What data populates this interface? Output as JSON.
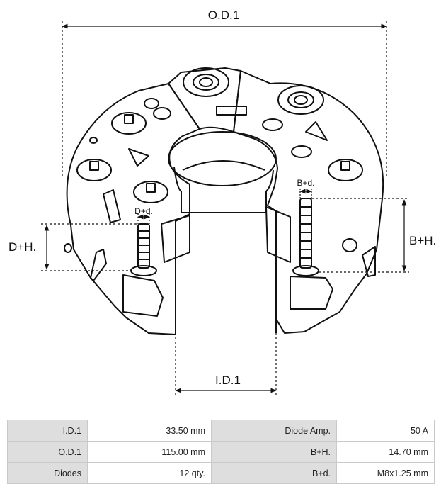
{
  "diagram": {
    "labels": {
      "od1": "O.D.1",
      "id1": "I.D.1",
      "dh": "D+H.",
      "dd": "D+d.",
      "bh": "B+H.",
      "bd": "B+d."
    }
  },
  "specs": {
    "rows": [
      {
        "k1": "I.D.1",
        "v1": "33.50 mm",
        "k2": "Diode Amp.",
        "v2": "50 A"
      },
      {
        "k1": "O.D.1",
        "v1": "115.00 mm",
        "k2": "B+H.",
        "v2": "14.70 mm"
      },
      {
        "k1": "Diodes",
        "v1": "12 qty.",
        "k2": "B+d.",
        "v2": "M8x1.25 mm"
      }
    ]
  }
}
